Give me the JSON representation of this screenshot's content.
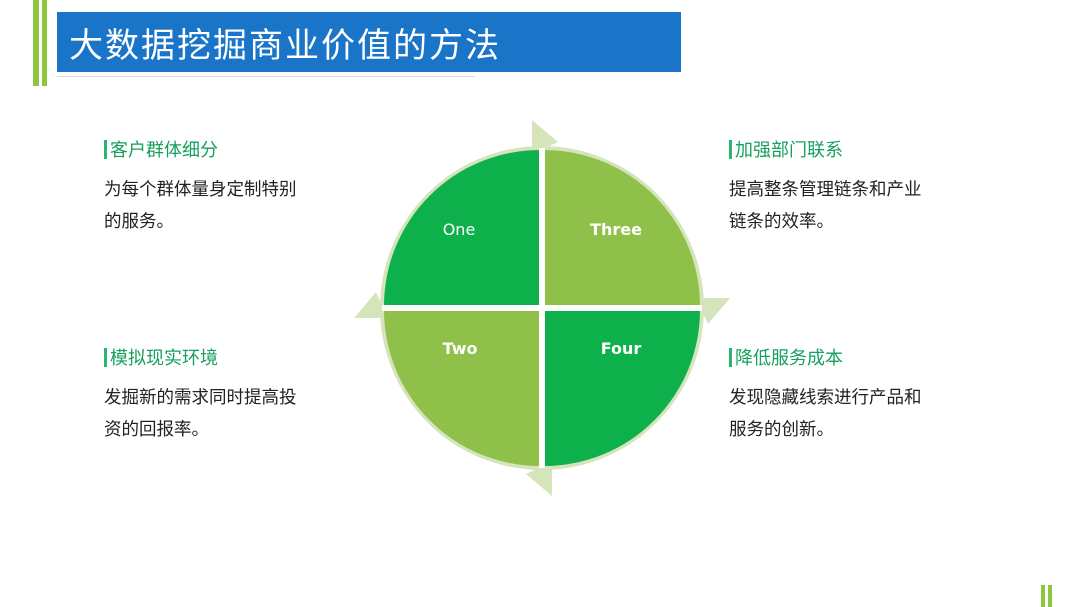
{
  "title": "大数据挖掘商业价值的方法",
  "colors": {
    "title_bg": "#1a75c9",
    "accent": "#8dc63f",
    "heading": "#17a05d",
    "quadrant_dark": "#0db04b",
    "quadrant_light": "#8fc049",
    "arrow": "#d6e4bc"
  },
  "blocks": [
    {
      "heading": "客户群体细分",
      "lines": [
        "为每个群体量身定制特别",
        "的服务。"
      ]
    },
    {
      "heading": "加强部门联系",
      "lines": [
        "提高整条管理链条和产业",
        "链条的效率。"
      ]
    },
    {
      "heading": "模拟现实环境",
      "lines": [
        "发掘新的需求同时提高投",
        "资的回报率。"
      ]
    },
    {
      "heading": "降低服务成本",
      "lines": [
        "发现隐藏线索进行产品和",
        "服务的创新。"
      ]
    }
  ],
  "cycle": {
    "quadrants": [
      {
        "label": "One"
      },
      {
        "label": "Three"
      },
      {
        "label": "Two"
      },
      {
        "label": "Four"
      }
    ]
  }
}
